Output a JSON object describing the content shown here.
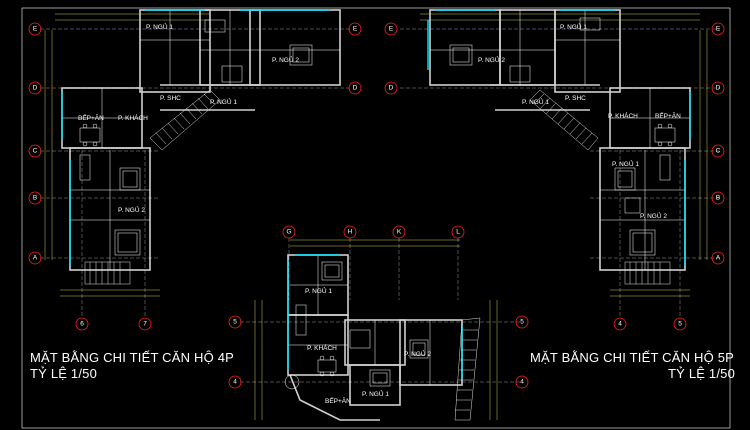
{
  "titles": {
    "left_plan": "MẶT BẰNG CHI TIẾT CĂN HỘ 4P",
    "left_scale": "TỶ LỆ 1/50",
    "right_plan": "MẶT BẰNG CHI TIẾT CĂN HỘ 5P",
    "right_scale": "TỶ LỆ 1/50"
  },
  "rooms": {
    "p_ngu_1": "P. NGỦ 1",
    "p_ngu_2": "P. NGỦ 2",
    "p_shc": "P. SHC",
    "p_khach": "P. KHÁCH",
    "bep_an": "BẾP+ĂN"
  },
  "axes": {
    "E": "E",
    "D": "D",
    "C": "C",
    "B": "B",
    "A": "A",
    "G": "G",
    "H": "H",
    "K": "K",
    "L": "L",
    "n4": "4",
    "n5": "5",
    "n6": "6",
    "n7": "7"
  },
  "colors": {
    "background": "#000000",
    "axis_circle": "#ff2020",
    "wall": "#d0d0d0",
    "wall_fill": "#555555",
    "window": "#00e5ff",
    "furniture": "#ffffff",
    "dimension": "#ffff66",
    "stair": "#e0e0e0",
    "grid_line": "#ffffff"
  }
}
